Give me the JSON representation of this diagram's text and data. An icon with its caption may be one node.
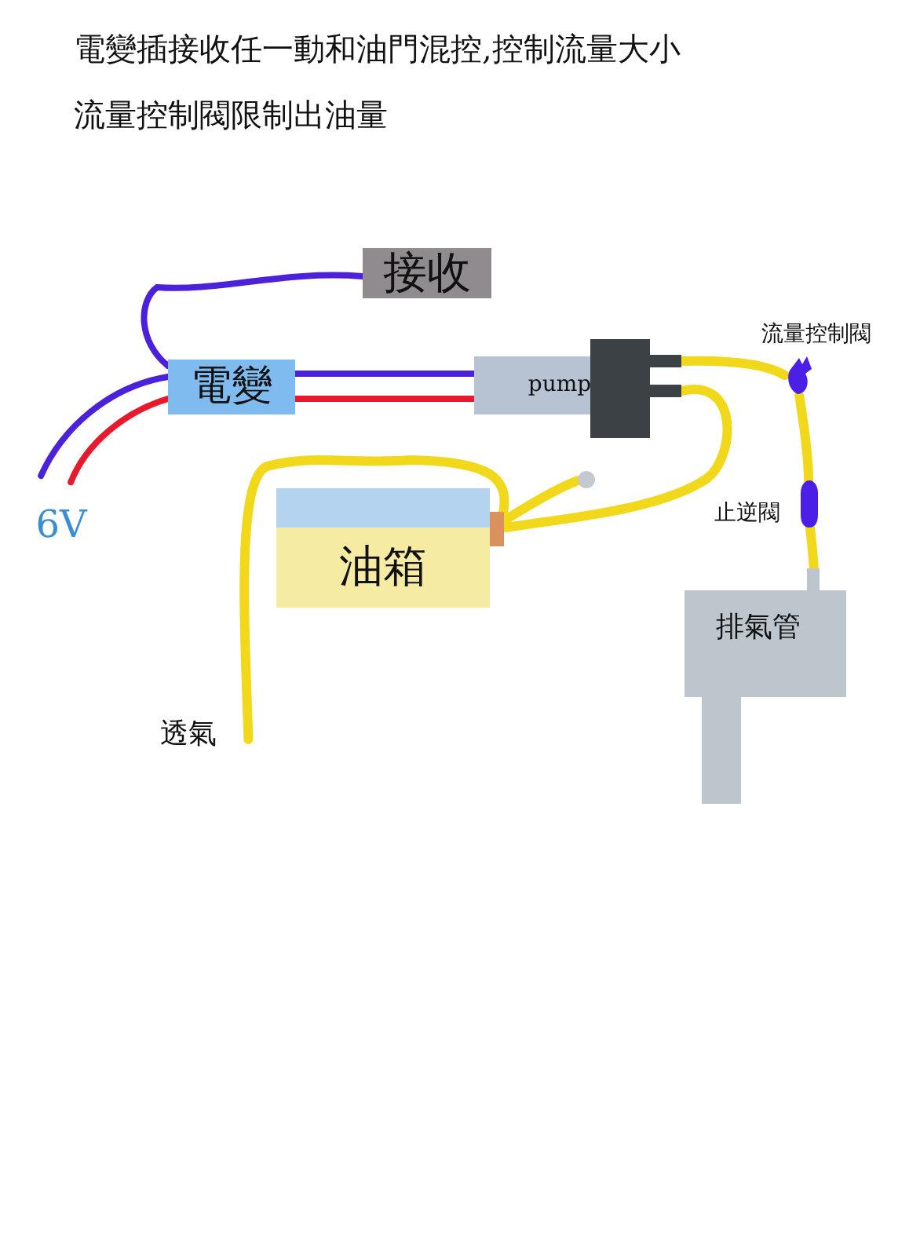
{
  "diagram": {
    "nodes": [
      {
        "text": [
          "接收"
        ]
      },
      {
        "text": [
          "電變"
        ]
      },
      {
        "text": [
          "pump"
        ]
      },
      {
        "text": [],
        "shape": "box"
      },
      {
        "text": [
          "油箱"
        ]
      },
      {
        "text": [],
        "shape": "circle"
      },
      {
        "text": [],
        "shape": "valve",
        "beside": [
          "流量控制閥"
        ]
      },
      {
        "text": [],
        "shape": "valve",
        "beside": [
          "止逆閥"
        ]
      },
      {
        "text": [
          "排氣管"
        ]
      },
      {
        "text": [
          "透氣"
        ]
      },
      {
        "text": [
          "6V"
        ]
      }
    ],
    "edges": [
      {
        "from": 0,
        "to": 1,
        "arrow": "none",
        "color": "#4b22d9"
      },
      {
        "from": 10,
        "to": 1,
        "arrow": "none",
        "color": "#4b22d9"
      },
      {
        "from": 10,
        "to": 1,
        "arrow": "none",
        "color": "#e8192c"
      },
      {
        "from": 1,
        "to": 2,
        "arrow": "none",
        "color": "#4b22d9"
      },
      {
        "from": 1,
        "to": 2,
        "arrow": "none",
        "color": "#e8192c"
      },
      {
        "from": 3,
        "to": 6,
        "arrow": "none"
      },
      {
        "from": 3,
        "to": 4,
        "arrow": "none"
      },
      {
        "from": 6,
        "to": 7,
        "arrow": "none"
      },
      {
        "from": 7,
        "to": 8,
        "arrow": "none"
      },
      {
        "from": 4,
        "to": 5,
        "arrow": "none"
      },
      {
        "from": 4,
        "to": 9,
        "arrow": "none"
      }
    ],
    "labels": [
      "電變插接收任一動和油門混控,控制流量大小",
      "流量控制閥限制出油量"
    ]
  }
}
